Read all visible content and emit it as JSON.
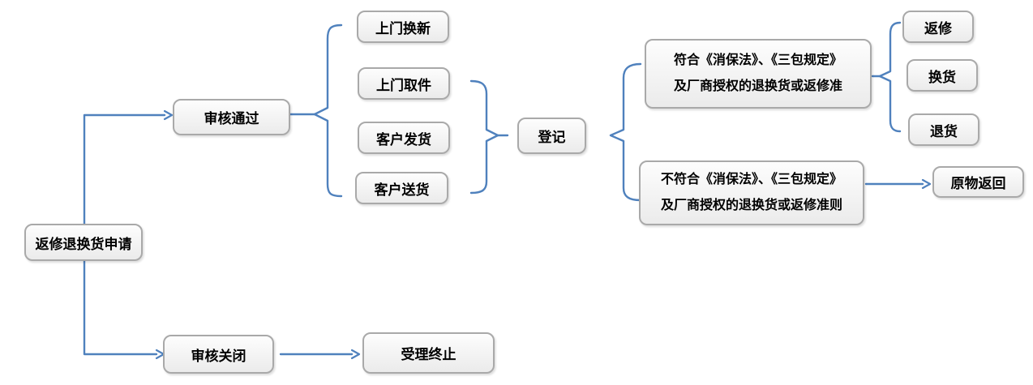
{
  "colors": {
    "connector": "#4f81bd",
    "box_border": "#a9a9a9",
    "box_fill_top": "#fdfdfd",
    "box_fill_bottom": "#ebebeb",
    "text": "#000000",
    "background": "#ffffff"
  },
  "nodes": {
    "apply": {
      "label": "返修退换货申请"
    },
    "audit_pass": {
      "label": "审核通过"
    },
    "door_replace": {
      "label": "上门换新"
    },
    "door_pickup": {
      "label": "上门取件"
    },
    "customer_ship": {
      "label": "客户发货"
    },
    "customer_deliver": {
      "label": "客户送货"
    },
    "register": {
      "label": "登记"
    },
    "cond_match": {
      "line1": "符合《消保法》、《三包规定》",
      "line2": "及厂商授权的退换货或返修准"
    },
    "cond_not_match": {
      "line1": "不符合《消保法》、《三包规定》",
      "line2": "及厂商授权的退换货或返修准则"
    },
    "repair": {
      "label": "返修"
    },
    "exchange": {
      "label": "换货"
    },
    "return_goods": {
      "label": "退货"
    },
    "original_return": {
      "label": "原物返回"
    },
    "audit_close": {
      "label": "审核关闭"
    },
    "accept_terminate": {
      "label": "受理终止"
    }
  },
  "edges": [
    {
      "from": "返修退换货申请",
      "to": [
        "审核通过",
        "审核关闭"
      ]
    },
    {
      "from": "审核通过",
      "to": [
        "上门换新",
        "上门取件",
        "客户发货",
        "客户送货"
      ]
    },
    {
      "from": "上门取件、客户发货、客户送货",
      "to": [
        "登记"
      ]
    },
    {
      "from": "登记",
      "to": [
        "符合《消保法》、《三包规定》及厂商授权的退换货或返修准",
        "不符合《消保法》、《三包规定》及厂商授权的退换货或返修准则"
      ]
    },
    {
      "from": "符合《消保法》、《三包规定》及厂商授权的退换货或返修准",
      "to": [
        "返修",
        "换货",
        "退货"
      ]
    },
    {
      "from": "不符合《消保法》、《三包规定》及厂商授权的退换货或返修准则",
      "to": [
        "原物返回"
      ]
    },
    {
      "from": "审核关闭",
      "to": [
        "受理终止"
      ]
    }
  ]
}
